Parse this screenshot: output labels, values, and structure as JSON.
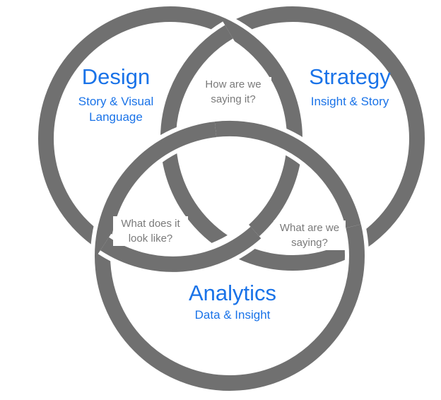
{
  "diagram": {
    "circles": [
      {
        "name": "Design",
        "subtitle": [
          "Story & Visual",
          "Language"
        ]
      },
      {
        "name": "Strategy",
        "subtitle": [
          "Insight & Story"
        ]
      },
      {
        "name": "Analytics",
        "subtitle": [
          "Data & Insight"
        ]
      }
    ],
    "overlaps": {
      "design_strategy": [
        "How are we",
        "saying it?"
      ],
      "design_analytics": [
        "What does it",
        "look like?"
      ],
      "strategy_analytics": [
        "What are we",
        "saying?"
      ]
    },
    "colors": {
      "ring": "#707070",
      "title": "#1a73e8",
      "question": "#7a7a7a",
      "background": "#ffffff"
    }
  }
}
